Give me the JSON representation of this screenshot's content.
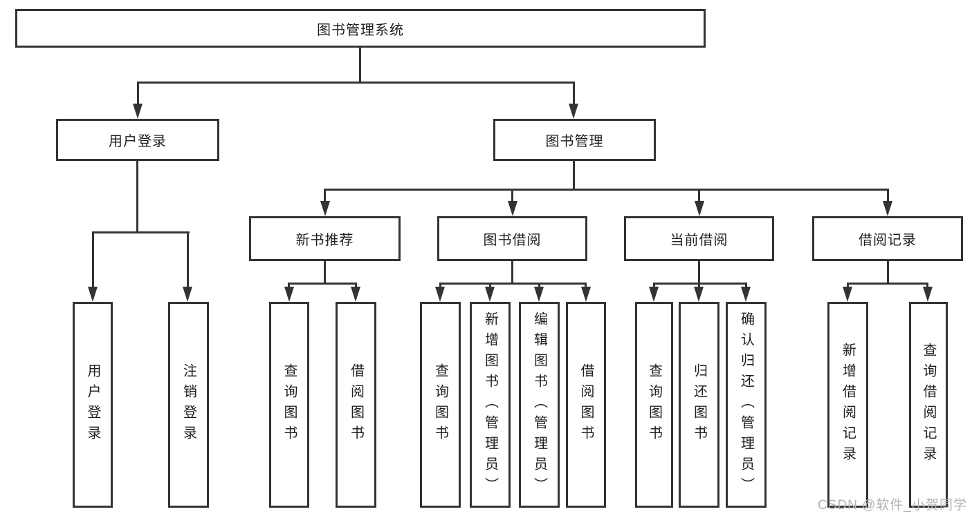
{
  "tree": {
    "root": {
      "label": "图书管理系统"
    },
    "branches": [
      {
        "label": "用户登录",
        "leaves": [
          {
            "label": "用户登录"
          },
          {
            "label": "注销登录"
          }
        ]
      },
      {
        "label": "图书管理",
        "children": [
          {
            "label": "新书推荐",
            "leaves": [
              {
                "label": "查询图书"
              },
              {
                "label": "借阅图书"
              }
            ]
          },
          {
            "label": "图书借阅",
            "leaves": [
              {
                "label": "查询图书"
              },
              {
                "label": "新增图书（管理员）"
              },
              {
                "label": "编辑图书（管理员）"
              },
              {
                "label": "借阅图书"
              }
            ]
          },
          {
            "label": "当前借阅",
            "leaves": [
              {
                "label": "查询图书"
              },
              {
                "label": "归还图书"
              },
              {
                "label": "确认归还（管理员）"
              }
            ]
          },
          {
            "label": "借阅记录",
            "leaves": [
              {
                "label": "新增借阅记录"
              },
              {
                "label": "查询借阅记录"
              }
            ]
          }
        ]
      }
    ]
  },
  "watermark": {
    "text": "CSDN @软件_小贺同学"
  },
  "colors": {
    "line": "#333333",
    "text": "#1f1f1f",
    "background": "#ffffff",
    "watermark": "#b3b3b3"
  }
}
